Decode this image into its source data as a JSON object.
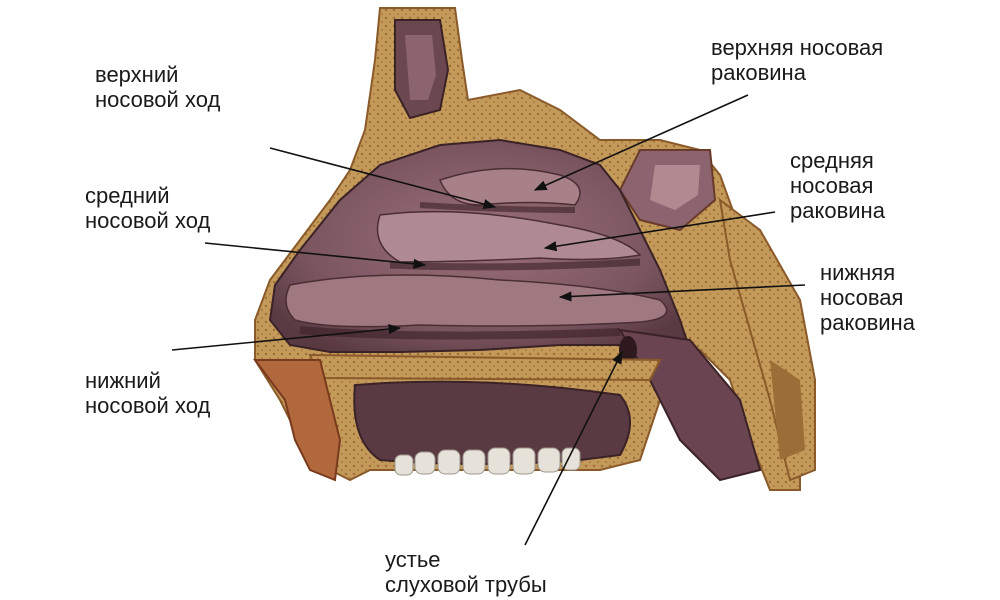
{
  "colors": {
    "background": "#ffffff",
    "label_text": "#1a1a1a",
    "pointer": "#111111",
    "bone": "#c49a5a",
    "bone_dark": "#8a5a2a",
    "mucosa": "#7a5560",
    "mucosa_light": "#a78088",
    "cavity_dark": "#4a2e34",
    "teeth": "#e6e2da"
  },
  "labels": {
    "superior_meatus": {
      "line1": "верхний",
      "line2": "носовой ход"
    },
    "middle_meatus": {
      "line1": "средний",
      "line2": "носовой ход"
    },
    "inferior_meatus": {
      "line1": "нижний",
      "line2": "носовой ход"
    },
    "superior_concha": {
      "line1": "верхняя носовая",
      "line2": "раковина"
    },
    "middle_concha": {
      "line1": "средняя",
      "line2": "носовая",
      "line3": "раковина"
    },
    "inferior_concha": {
      "line1": "нижняя",
      "line2": "носовая",
      "line3": "раковина"
    },
    "auditory_tube_opening": {
      "line1": "устье",
      "line2": "слуховой трубы"
    }
  }
}
